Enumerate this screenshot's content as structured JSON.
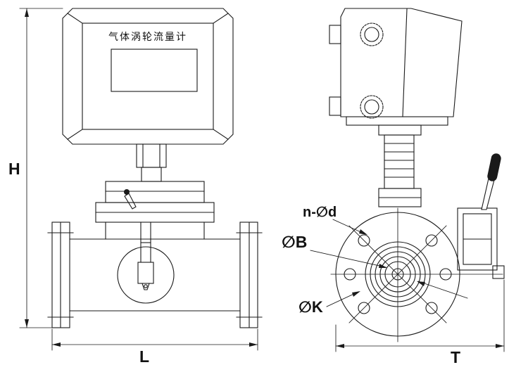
{
  "meta": {
    "background": "#ffffff",
    "line_color": "#1a1a1a",
    "drawing_type": "gas turbine flowmeter dimensional drawing, front and side views"
  },
  "front_view": {
    "display_title": "气体涡轮流量计",
    "dim_height_label": "H",
    "dim_length_label": "L"
  },
  "side_view": {
    "bolt_holes_label": "n-∅d",
    "bore_diameter_label": "∅B",
    "bolt_circle_label": "∅K",
    "dim_width_label": "T"
  }
}
